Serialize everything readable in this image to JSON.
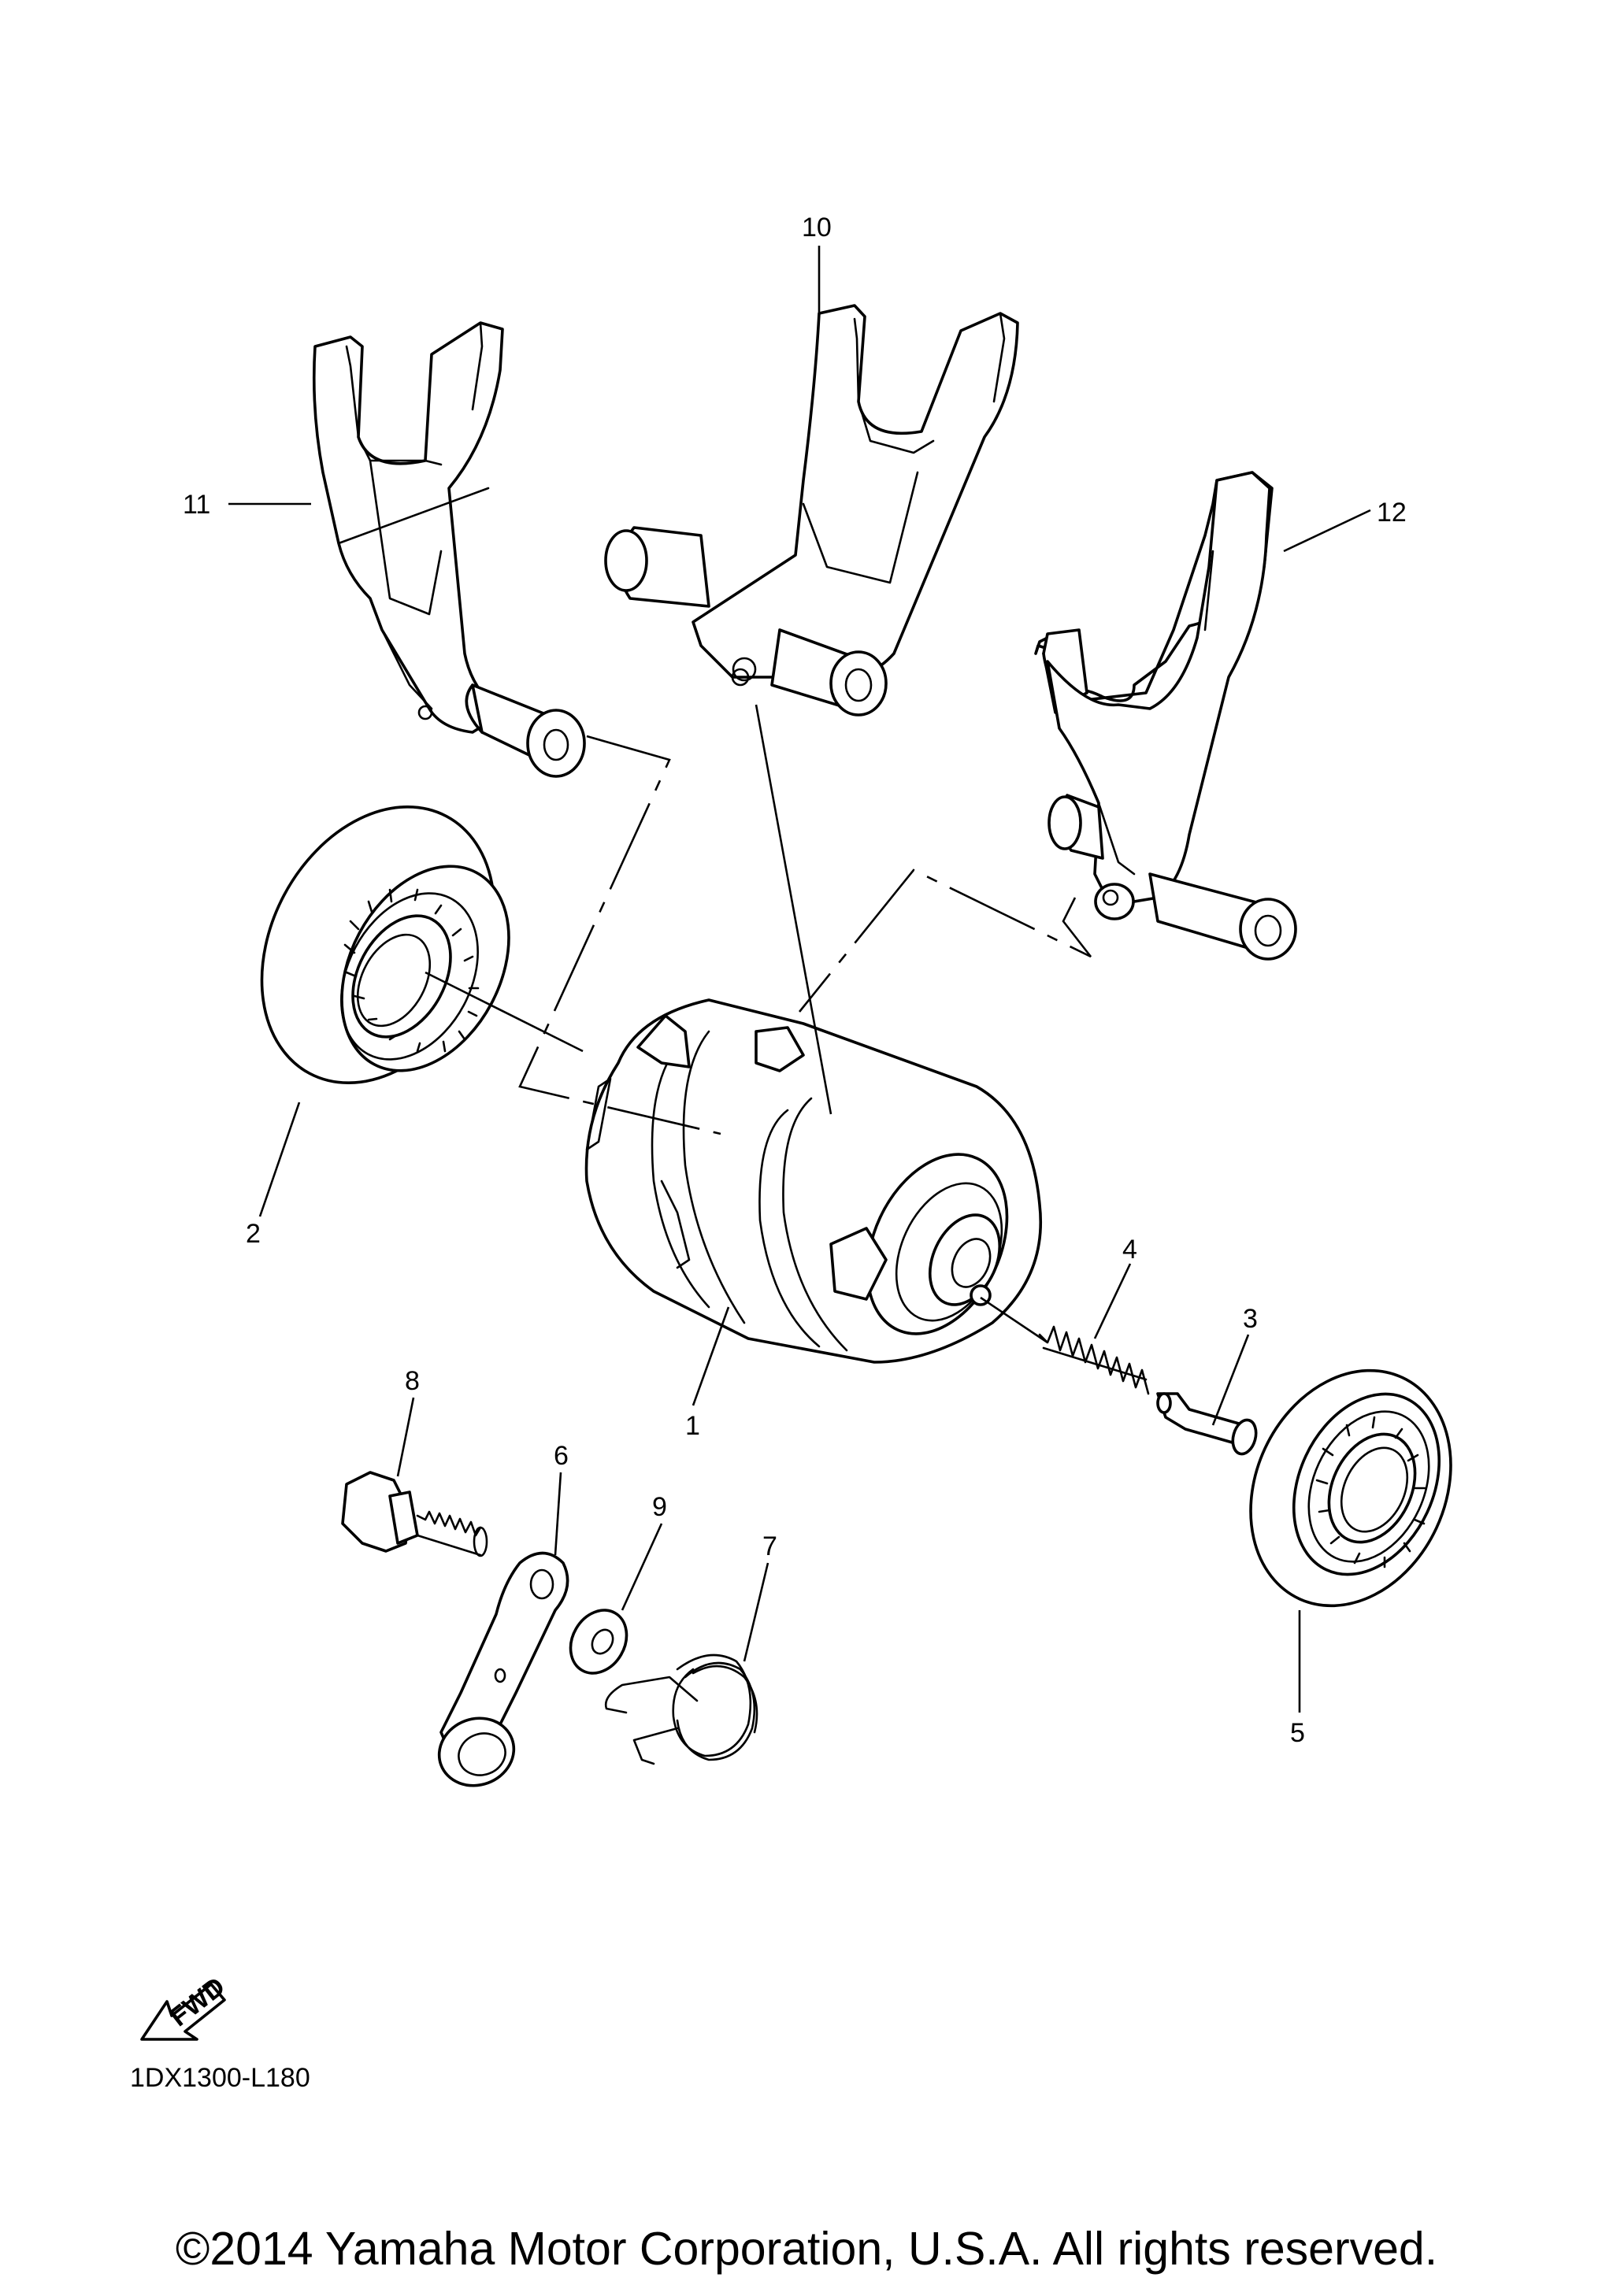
{
  "callouts": {
    "c1": "1",
    "c2": "2",
    "c3": "3",
    "c4": "4",
    "c5": "5",
    "c6": "6",
    "c7": "7",
    "c8": "8",
    "c9": "9",
    "c10": "10",
    "c11": "11",
    "c12": "12"
  },
  "fwd_label": "FWD",
  "diagram_code": "1DX1300-L180",
  "copyright": "©2014 Yamaha Motor Corporation, U.S.A. All rights reserved."
}
